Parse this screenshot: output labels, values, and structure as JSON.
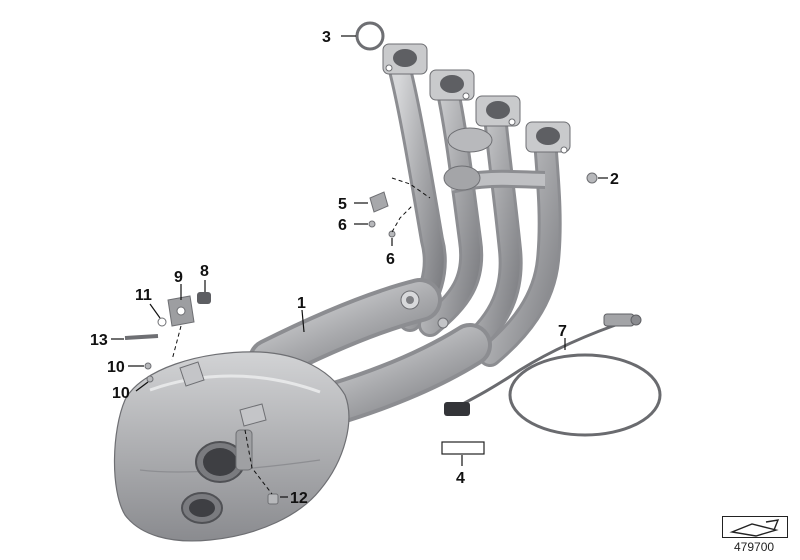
{
  "callouts": [
    {
      "id": "1",
      "label": "1"
    },
    {
      "id": "2",
      "label": "2"
    },
    {
      "id": "3",
      "label": "3"
    },
    {
      "id": "4",
      "label": "4"
    },
    {
      "id": "5",
      "label": "5"
    },
    {
      "id": "6a",
      "label": "6"
    },
    {
      "id": "6b",
      "label": "6"
    },
    {
      "id": "7",
      "label": "7"
    },
    {
      "id": "8",
      "label": "8"
    },
    {
      "id": "9",
      "label": "9"
    },
    {
      "id": "10a",
      "label": "10"
    },
    {
      "id": "10b",
      "label": "10"
    },
    {
      "id": "11",
      "label": "11"
    },
    {
      "id": "12",
      "label": "12"
    },
    {
      "id": "13",
      "label": "13"
    }
  ],
  "reference_number": "479700",
  "colors": {
    "pipe": "#a9aaad",
    "pipe_dark": "#7e7f83",
    "pipe_light": "#cfd0d2",
    "line": "#111111"
  }
}
